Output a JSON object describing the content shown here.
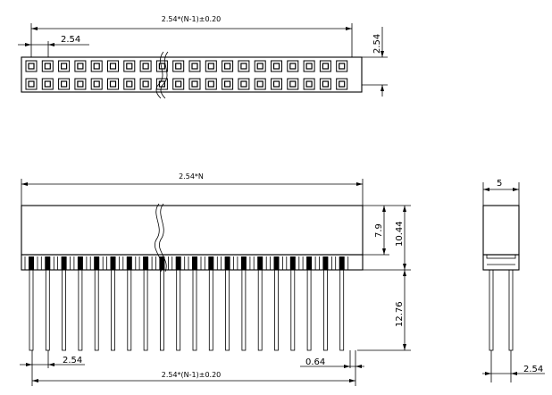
{
  "top_view": {
    "pitch_span_label": "2.54*(N-1)±0.20",
    "pitch_label": "2.54",
    "row_pitch_label": "2.54"
  },
  "front_view": {
    "overall_length_label": "2.54*N",
    "body_height_label": "7.9",
    "total_height_label": "10.44",
    "pin_length_label": "12.76",
    "pitch_label": "2.54",
    "pin_width_label": "0.64",
    "pitch_span_label": "2.54*(N-1)±0.20"
  },
  "side_view": {
    "width_label": "5",
    "pitch_label": "2.54"
  }
}
